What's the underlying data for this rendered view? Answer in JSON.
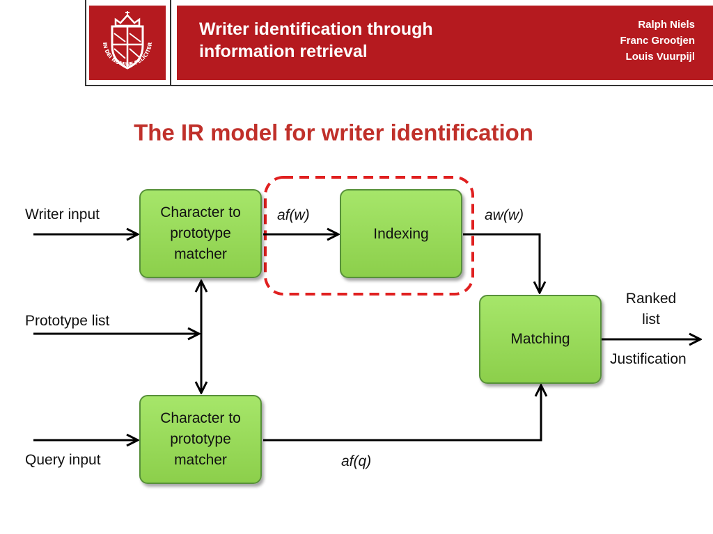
{
  "header": {
    "title_lines": [
      "Writer identification through",
      "information retrieval"
    ],
    "authors": [
      "Ralph Niels",
      "Franc Grootjen",
      "Louis Vuurpijl"
    ],
    "logo": {
      "icon": "university-seal-icon",
      "motto": "IN DEI NOMINE FELICITER"
    },
    "brand_color": "#b51a1f"
  },
  "slide": {
    "title": "The IR model for writer identification",
    "title_color": "#c0302a"
  },
  "diagram": {
    "boxes": {
      "writer_matcher": [
        "Character to",
        "prototype",
        "matcher"
      ],
      "indexing": "Indexing",
      "matching": "Matching",
      "query_matcher": [
        "Character to",
        "prototype",
        "matcher"
      ]
    },
    "inputs": {
      "writer": "Writer input",
      "prototype": "Prototype list",
      "query": "Query input"
    },
    "edge_labels": {
      "afw": "af(w)",
      "aww": "aw(w)",
      "afq": "af(q)"
    },
    "outputs": {
      "ranked": [
        "Ranked",
        "list"
      ],
      "justification": "Justification"
    },
    "box_color": "#96d957",
    "highlight_color": "#e02020"
  }
}
